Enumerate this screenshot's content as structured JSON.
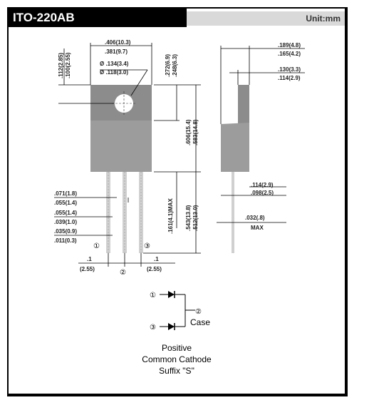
{
  "header": {
    "title": "ITO-220AB",
    "unit": "Unit:mm"
  },
  "dimensions": {
    "body_width_max": ".406(10.3)",
    "body_width_min": ".381(9.7)",
    "hole_dia_max": "Ø .134(3.4)",
    "hole_dia_min": "Ø .118(3.0)",
    "top_to_hole_max": ".112(2.85)",
    "top_to_hole_min": ".100(2.55)",
    "hole_to_tab_max": ".272(6.9)",
    "hole_to_tab_min": ".248(6.3)",
    "body_height_max": ".606(15.4)",
    "body_height_min": ".583(14.8)",
    "side_width_max": ".189(4.8)",
    "side_width_min": ".165(4.2)",
    "side_tab_max": ".130(3.3)",
    "side_tab_min": ".114(2.9)",
    "lead_width1_max": ".071(1.8)",
    "lead_width1_min": ".055(1.4)",
    "lead_width2_max": ".055(1.4)",
    "lead_width2_min": ".039(1.0)",
    "lead_thick_max": ".035(0.9)",
    "lead_thick_min": ".011(0.3)",
    "standoff": ".161(4.1)MAX",
    "lead_length_max": ".543(13.8)",
    "lead_length_min": ".512(13.0)",
    "side_step_max": ".114(2.9)",
    "side_step_min": ".098(2.5)",
    "side_lead_thick": ".032(.8)",
    "side_lead_max": "MAX",
    "pitch_left": ".1",
    "pitch_left_mm": "(2.55)",
    "pitch_right": ".1",
    "pitch_right_mm": "(2.55)"
  },
  "pins": {
    "pin1": "①",
    "pin2": "②",
    "pin3": "③"
  },
  "schematic": {
    "pin1": "①",
    "pin2": "②",
    "pin3": "③",
    "case_label": "Case"
  },
  "caption": {
    "line1": "Positive",
    "line2": "Common Cathode",
    "line3": "Suffix \"S\""
  },
  "colors": {
    "body_top": "#8c8c8c",
    "body_bottom": "#9c9c9c",
    "lead": "#d0d0d0"
  }
}
